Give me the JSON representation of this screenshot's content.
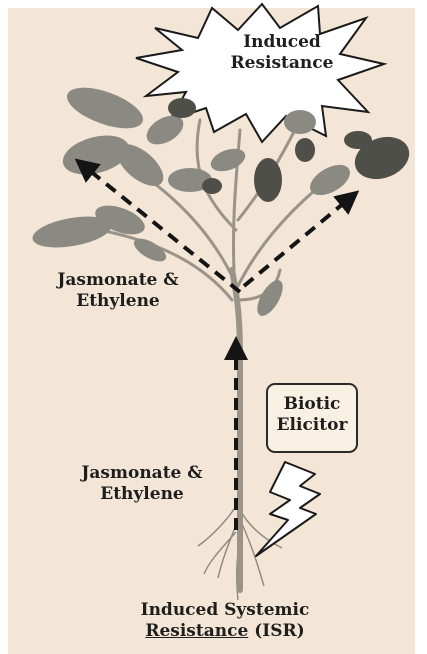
{
  "burst": {
    "line1": "Induced",
    "line2": "Resistance"
  },
  "upper_signal": {
    "line1": "Jasmonate &",
    "line2": "Ethylene"
  },
  "lower_signal": {
    "line1": "Jasmonate &",
    "line2": "Ethylene"
  },
  "elicitor": {
    "line1": "Biotic",
    "line2": "Elicitor"
  },
  "title": {
    "line1": "Induced Systemic",
    "line2_underlined": "Resistance",
    "line2_rest": " (ISR)"
  },
  "colors": {
    "background": "#f4e6d6",
    "ink": "#1e1e1e",
    "leaf": "#8a8a82",
    "leaf_dark": "#4f4f4a",
    "stem": "#9a9488"
  },
  "icons": [
    "starburst",
    "plant",
    "dashed-arrow",
    "lightning-bolt"
  ]
}
